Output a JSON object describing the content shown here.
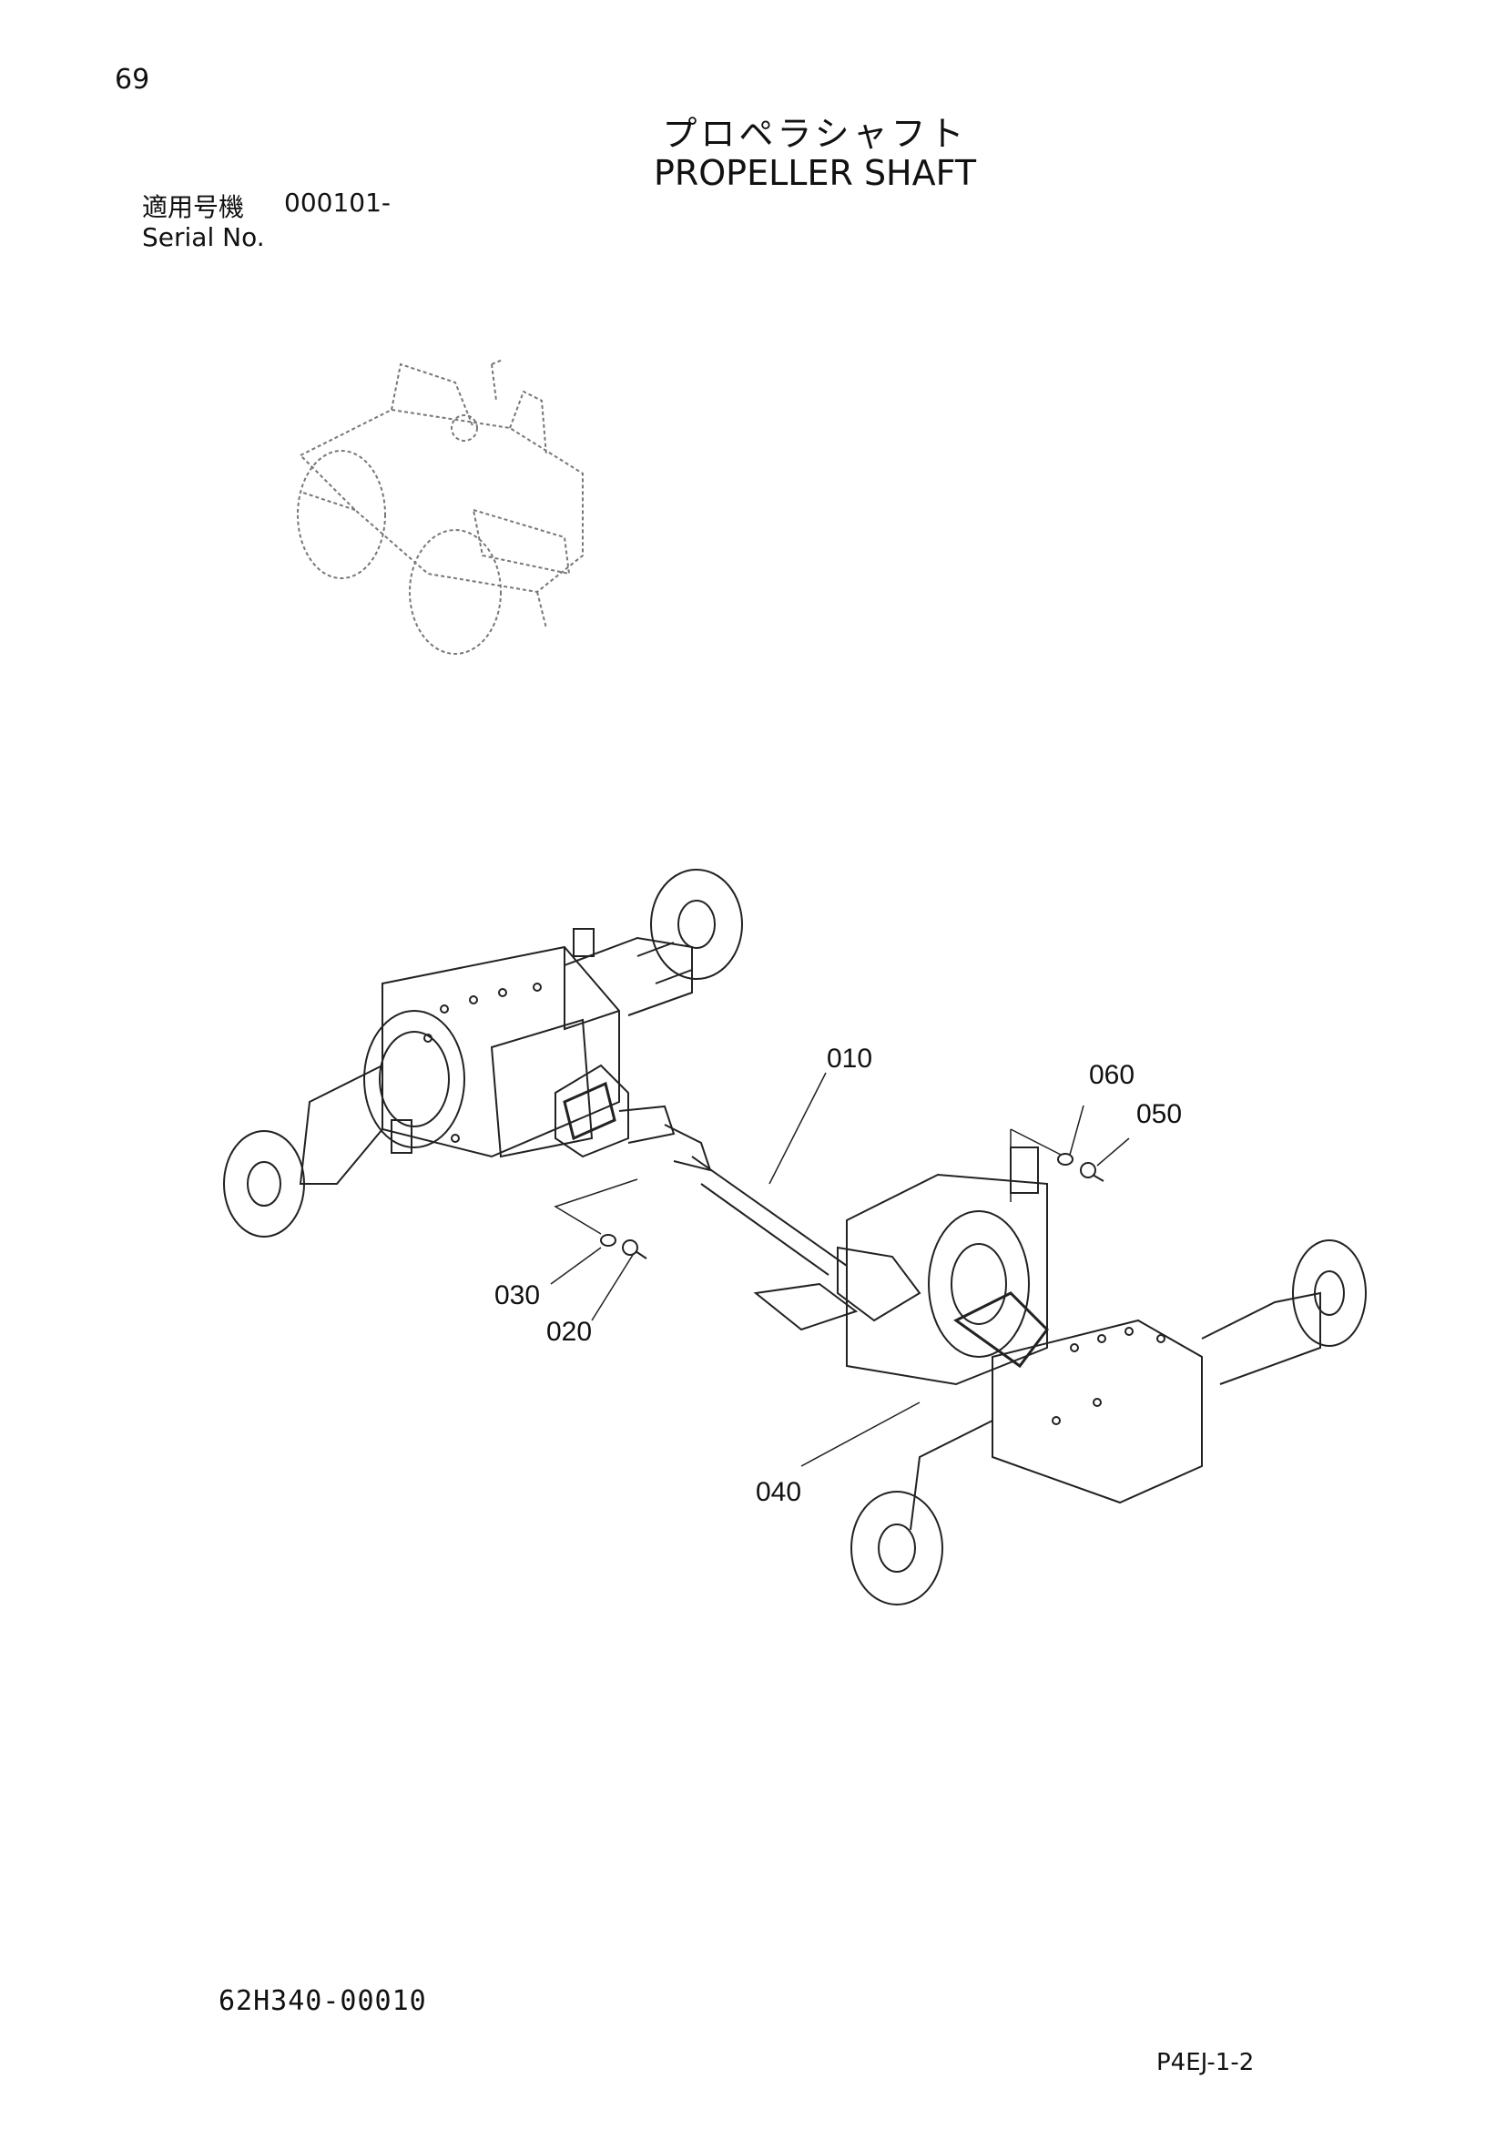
{
  "header": {
    "page_number": "69",
    "title_jp": "プロペラシャフト",
    "title_en": "PROPELLER SHAFT",
    "serial_label_jp": "適用号機",
    "serial_value": "000101-",
    "serial_label_en": "Serial No."
  },
  "callouts": [
    "010",
    "060",
    "050",
    "030",
    "020",
    "040"
  ],
  "footer": {
    "drawing_code": "62H340-00010",
    "page_code": "P4EJ-1-2"
  }
}
